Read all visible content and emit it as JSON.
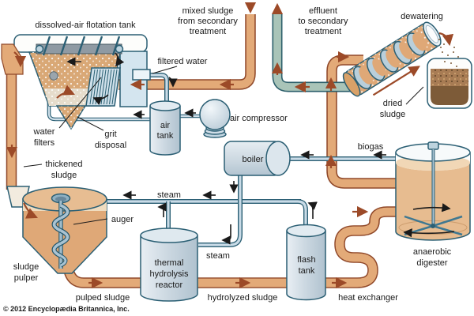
{
  "labels": {
    "flotation_tank": "dissolved-air flotation tank",
    "mixed_sludge": [
      "mixed sludge",
      "from secondary",
      "treatment"
    ],
    "effluent": [
      "effluent",
      "to secondary",
      "treatment"
    ],
    "dewatering": "dewatering",
    "filtered_water": "filtered water",
    "air_compressor": "air compressor",
    "air_tank": [
      "air",
      "tank"
    ],
    "water_filters": [
      "water",
      "filters"
    ],
    "grit_disposal": [
      "grit",
      "disposal"
    ],
    "thickened_sludge": [
      "thickened",
      "sludge"
    ],
    "boiler": "boiler",
    "biogas": "biogas",
    "dried_sludge": [
      "dried",
      "sludge"
    ],
    "steam_main": "steam",
    "steam_reactor": "steam",
    "auger": "auger",
    "sludge_pulper": [
      "sludge",
      "pulper"
    ],
    "pulped_sludge": "pulped sludge",
    "thermal_reactor": [
      "thermal",
      "hydrolysis",
      "reactor"
    ],
    "hydrolyzed_sludge": "hydrolyzed sludge",
    "flash_tank": [
      "flash",
      "tank"
    ],
    "heat_exchanger": "heat exchanger",
    "anaerobic_digester": [
      "anaerobic",
      "digester"
    ],
    "copyright": "© 2012 Encyclopædia Britannica, Inc."
  },
  "icons": {
    "sludge_flow_arrow": "red-brown arrow",
    "water_steam_flow_arrow": "black arrow",
    "mixer_rotation_arrow": "black arrow"
  },
  "colors": {
    "background": "#ffffff",
    "sludge_pipe": "#e3aa78",
    "sludge_pipe_edge": "#90492a",
    "effluent_pipe": "#a9c4b8",
    "water_steam_pipe": "#c9dbe7",
    "equipment_outline": "#2b5f74",
    "vessel_fill": "#cdd9e2",
    "sludge_fill": "#d9a876",
    "digester_contents": "#e7bc90",
    "dried_sludge": "#7d5b38",
    "flow_arrow_sludge": "#9c4a28",
    "flow_arrow_water": "#1a1a1a"
  }
}
